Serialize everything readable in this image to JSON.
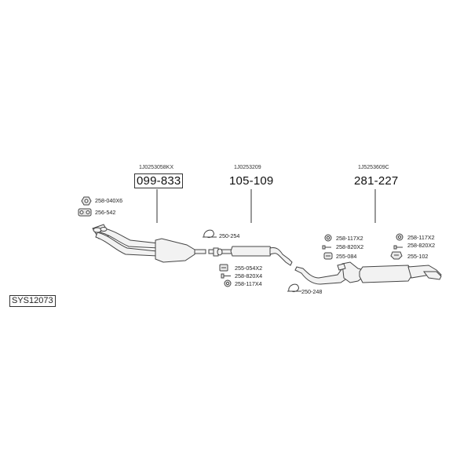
{
  "system": {
    "code": "SYS12073"
  },
  "sections": [
    {
      "oem": "1J0253058KX",
      "part": "099-833",
      "boxed": true
    },
    {
      "oem": "1J0253209",
      "part": "105-109",
      "boxed": false
    },
    {
      "oem": "1J5253609C",
      "part": "281-227",
      "boxed": false
    }
  ],
  "parts": [
    {
      "label": "258-040X6",
      "icon": "nut-icon"
    },
    {
      "label": "256-542",
      "icon": "gasket-icon"
    },
    {
      "label": "250-254",
      "icon": "clamp-icon"
    },
    {
      "label": "255-054X2",
      "icon": "bracket-icon"
    },
    {
      "label": "258-820X4",
      "icon": "bolt-icon"
    },
    {
      "label": "258-117X4",
      "icon": "washer-icon"
    },
    {
      "label": "250-248",
      "icon": "clamp-icon"
    },
    {
      "label": "258-117X2",
      "icon": "washer-icon"
    },
    {
      "label": "258-820X2",
      "icon": "bolt-icon"
    },
    {
      "label": "255-084",
      "icon": "hanger-icon"
    },
    {
      "label": "258-117X2",
      "icon": "washer-icon"
    },
    {
      "label": "258-820X2",
      "icon": "bolt-icon"
    },
    {
      "label": "255-102",
      "icon": "hanger-icon"
    }
  ]
}
